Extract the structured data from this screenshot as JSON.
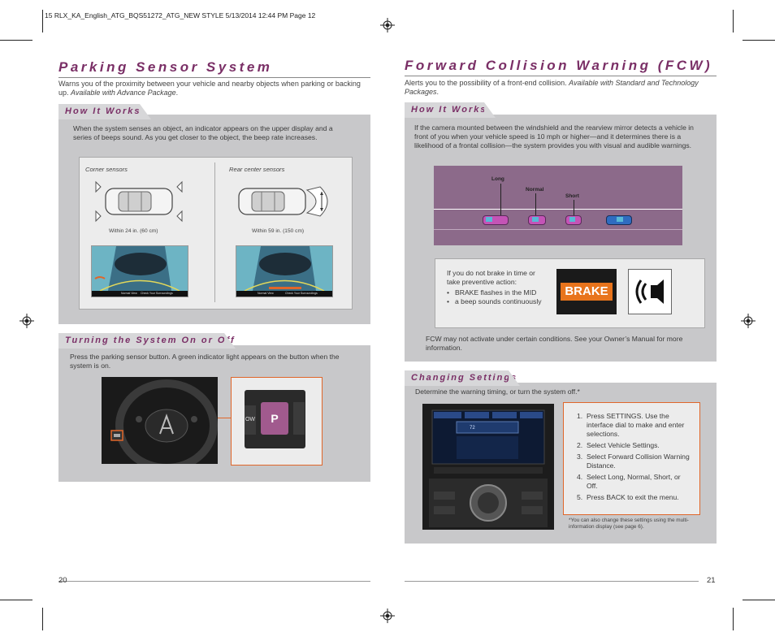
{
  "slug": "15 RLX_KA_English_ATG_BQS51272_ATG_NEW STYLE  5/13/2014  12:44 PM  Page 12",
  "left": {
    "title": "Parking Sensor System",
    "intro_plain": "Warns you of the proximity between your vehicle and nearby objects when parking or backing up. ",
    "intro_italic": "Available with Advance Package",
    "intro_end": ".",
    "how": {
      "tab": "How It Works",
      "text": "When the system senses an object, an indicator appears on the upper display and a series of beeps sound. As you get closer to the object, the beep rate increases.",
      "corner_caption": "Corner sensors",
      "corner_range": "Within 24 in. (60 cm)",
      "rear_caption": "Rear center sensors",
      "rear_range": "Within 59 in. (150 cm)",
      "screen_left_a": "Normal View",
      "screen_left_b": "Check Your Surroundings",
      "screen_right_a": "Normal View",
      "screen_right_b": "Check Your Surroundings"
    },
    "turning": {
      "tab": "Turning the System On or Off",
      "text": "Press the parking sensor button. A green indicator light appears on the button when the system is on.",
      "button_left": "OW",
      "button_main": "P"
    },
    "page_number": "20"
  },
  "right": {
    "title": "Forward Collision Warning (FCW)",
    "intro_plain": "Alerts you to the possibility of a front-end collision. ",
    "intro_italic": "Available with Standard and Technology Packages",
    "intro_end": ".",
    "how": {
      "tab": "How It Works",
      "text": "If the camera mounted between the windshield and the rearview mirror detects a vehicle in front of you when your vehicle speed is 10 mph or higher—and it determines there is a likelihood of a frontal collision—the system provides you with visual and audible warnings.",
      "label_long": "Long",
      "label_normal": "Normal",
      "label_short": "Short",
      "warn_lead": "If you do not brake in time or take preventive action:",
      "warn_items": [
        "BRAKE flashes in the MID",
        "a beep sounds continuously"
      ],
      "brake_label": "BRAKE",
      "note": "FCW may not activate under certain conditions. See your Owner’s Manual for more information."
    },
    "changing": {
      "tab": "Changing Settings",
      "text": "Determine the warning timing, or turn the system off.*",
      "steps": [
        "Press SETTINGS. Use the interface dial to make and enter selections.",
        "Select Vehicle Settings.",
        "Select Forward Collision Warning Distance.",
        "Select Long, Normal, Short, or Off.",
        "Press BACK to exit the menu."
      ],
      "footnote": "*You can also change these settings using the multi-information display (see page 6).",
      "screen_temp": "72"
    },
    "page_number": "21"
  },
  "colors": {
    "title": "#7a2f66",
    "road": "#8c6a8a",
    "orange": "#e0662a",
    "brake": "#e8741c"
  }
}
